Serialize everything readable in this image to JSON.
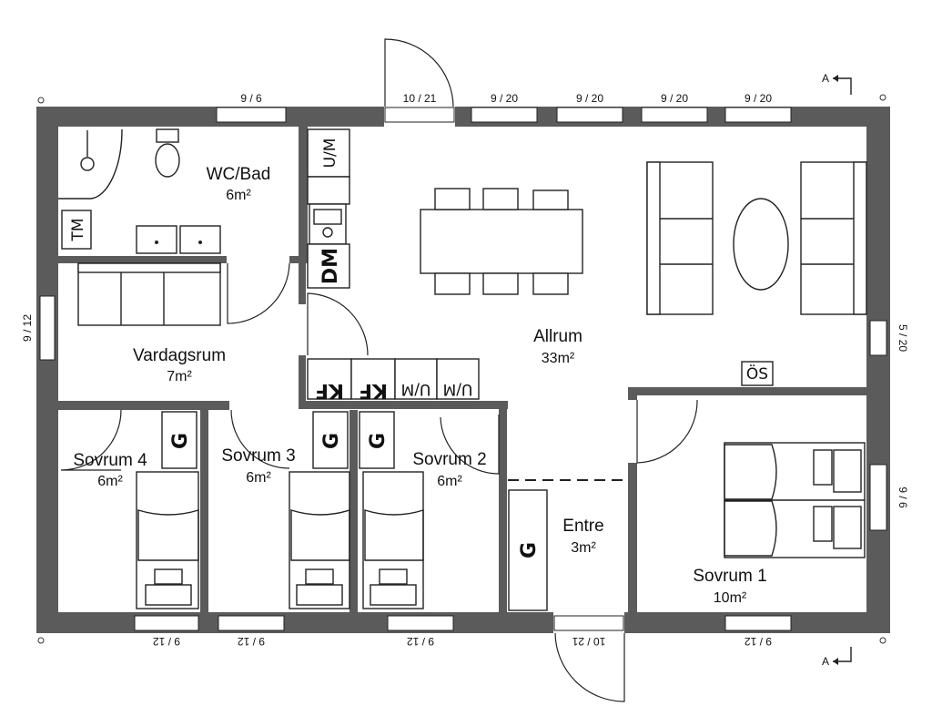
{
  "rooms": {
    "wc": {
      "name": "WC/Bad",
      "area": "6m²"
    },
    "vardagsrum": {
      "name": "Vardagsrum",
      "area": "7m²"
    },
    "allrum": {
      "name": "Allrum",
      "area": "33m²"
    },
    "sovrum4": {
      "name": "Sovrum 4",
      "area": "6m²"
    },
    "sovrum3": {
      "name": "Sovrum 3",
      "area": "6m²"
    },
    "sovrum2": {
      "name": "Sovrum 2",
      "area": "6m²"
    },
    "entre": {
      "name": "Entre",
      "area": "3m²"
    },
    "sovrum1": {
      "name": "Sovrum 1",
      "area": "10m²"
    }
  },
  "windows": {
    "top_1": "9 / 6",
    "top_door": "10 / 21",
    "top_2": "9 / 20",
    "top_3": "9 / 20",
    "top_4": "9 / 20",
    "top_5": "9 / 20",
    "left_1": "9 / 12",
    "right_1": "5 / 20",
    "right_2": "9 / 6",
    "bottom_1": "9 / 12",
    "bottom_2": "9 / 12",
    "bottom_3": "9 / 12",
    "bottom_door": "10 / 21",
    "bottom_4": "9 / 12"
  },
  "symbols": {
    "um_kitchen": "U/M",
    "dm": "DM",
    "tm": "TM",
    "kf1": "KF",
    "kf2": "KF",
    "um1": "U/M",
    "um2": "U/M",
    "os": "ÖS",
    "g_sovrum4": "G",
    "g_sovrum3": "G",
    "g_sovrum2": "G",
    "g_entre": "G"
  },
  "section_marker": {
    "top": "A",
    "bottom": "A"
  }
}
